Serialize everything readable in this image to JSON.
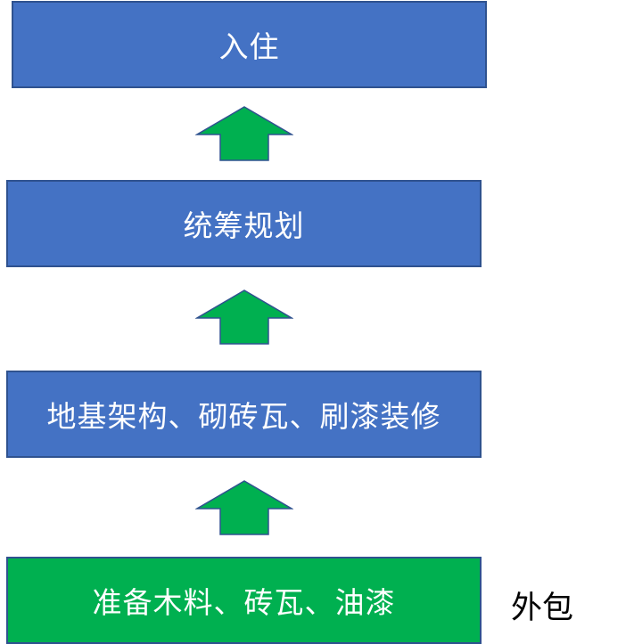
{
  "diagram": {
    "steps": [
      {
        "label": "入住",
        "color": "#4472c4"
      },
      {
        "label": "统筹规划",
        "color": "#4472c4"
      },
      {
        "label": "地基架构、砌砖瓦、刷漆装修",
        "color": "#4472c4"
      },
      {
        "label": "准备木料、砖瓦、油漆",
        "color": "#00b050"
      }
    ],
    "side_note": "外包",
    "arrow_fill": "#00b050",
    "arrow_stroke": "#2f528f"
  }
}
